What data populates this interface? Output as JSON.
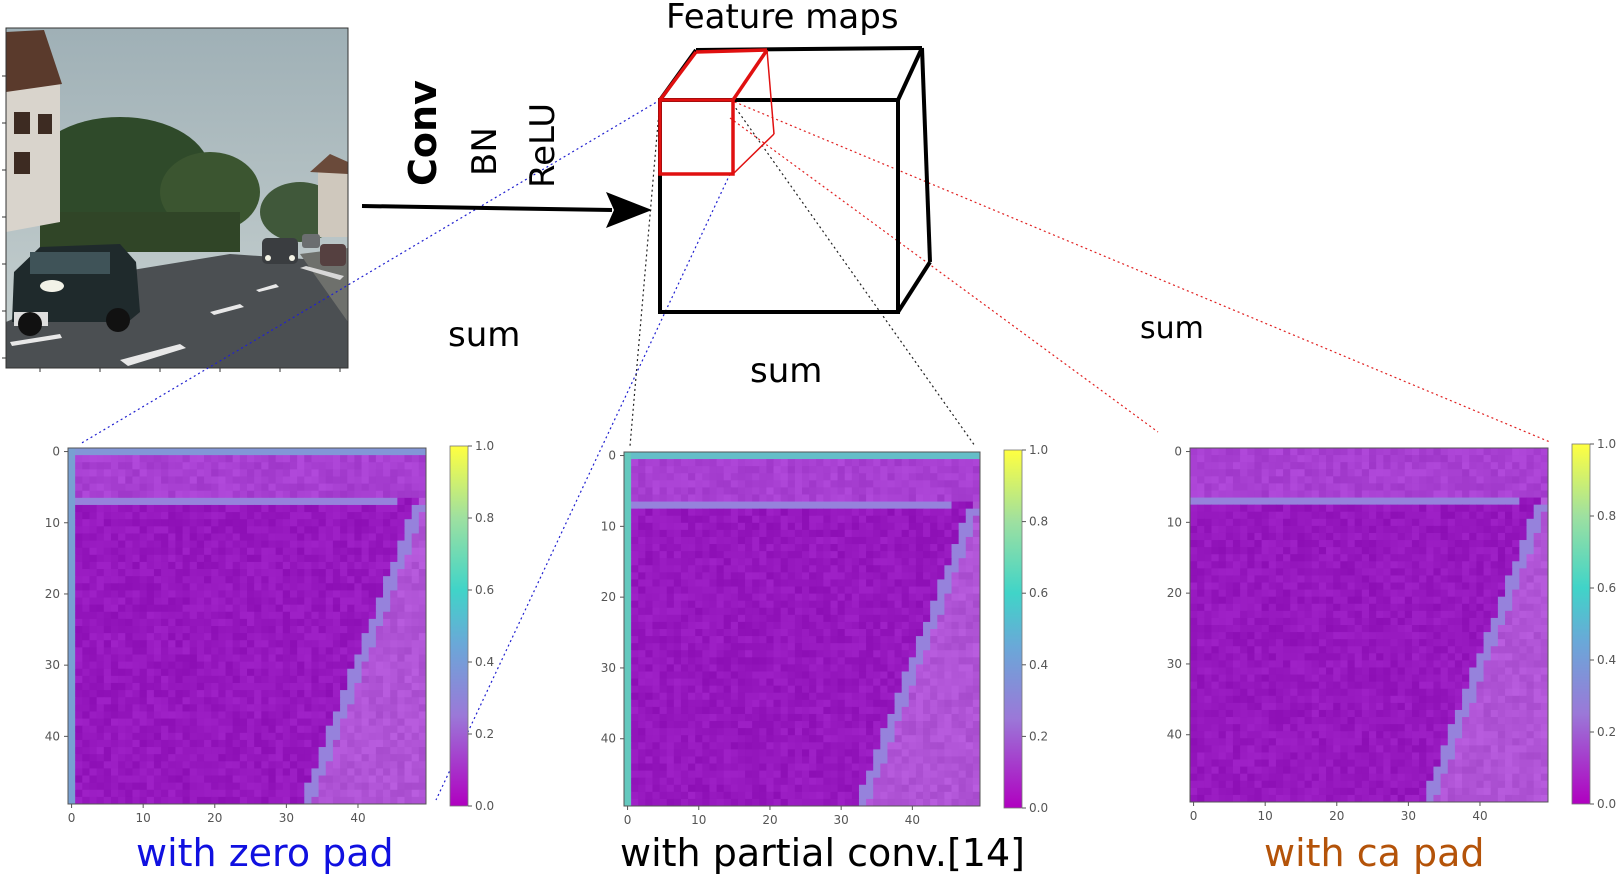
{
  "title": "Feature maps",
  "ops": {
    "conv": "Conv",
    "bn": "BN",
    "relu": "ReLU"
  },
  "sum_labels": [
    "sum",
    "sum",
    "sum"
  ],
  "captions": [
    {
      "text": "with zero pad",
      "color": "#1010e0"
    },
    {
      "text": "with partial conv.[14]",
      "color": "#000000"
    },
    {
      "text": "with ca pad",
      "color": "#b45309"
    }
  ],
  "heatmaps": [
    {
      "id": "zero-pad",
      "x_ticks": [
        "0",
        "10",
        "20",
        "30",
        "40"
      ],
      "y_ticks": [
        "0",
        "10",
        "20",
        "30",
        "40"
      ],
      "colorbar_ticks": [
        "0.0",
        "0.2",
        "0.4",
        "0.6",
        "0.8",
        "1.0"
      ],
      "grid_size": 50,
      "left_border": true,
      "top_border": true
    },
    {
      "id": "partial-conv",
      "x_ticks": [
        "0",
        "10",
        "20",
        "30",
        "40"
      ],
      "y_ticks": [
        "0",
        "10",
        "20",
        "30",
        "40"
      ],
      "colorbar_ticks": [
        "0.0",
        "0.2",
        "0.4",
        "0.6",
        "0.8",
        "1.0"
      ],
      "grid_size": 50,
      "left_border": true,
      "top_border": true
    },
    {
      "id": "ca-pad",
      "x_ticks": [
        "0",
        "10",
        "20",
        "30",
        "40"
      ],
      "y_ticks": [
        "0",
        "10",
        "20",
        "30",
        "40"
      ],
      "colorbar_ticks": [
        "0.0",
        "0.2",
        "0.4",
        "0.6",
        "0.8",
        "1.0"
      ],
      "grid_size": 50,
      "left_border": false,
      "top_border": false
    }
  ],
  "colors": {
    "cube_edge": "#000000",
    "patch_edge": "#e01010",
    "link_blue": "#2020d0",
    "link_red": "#e02020",
    "link_black": "#222222"
  }
}
